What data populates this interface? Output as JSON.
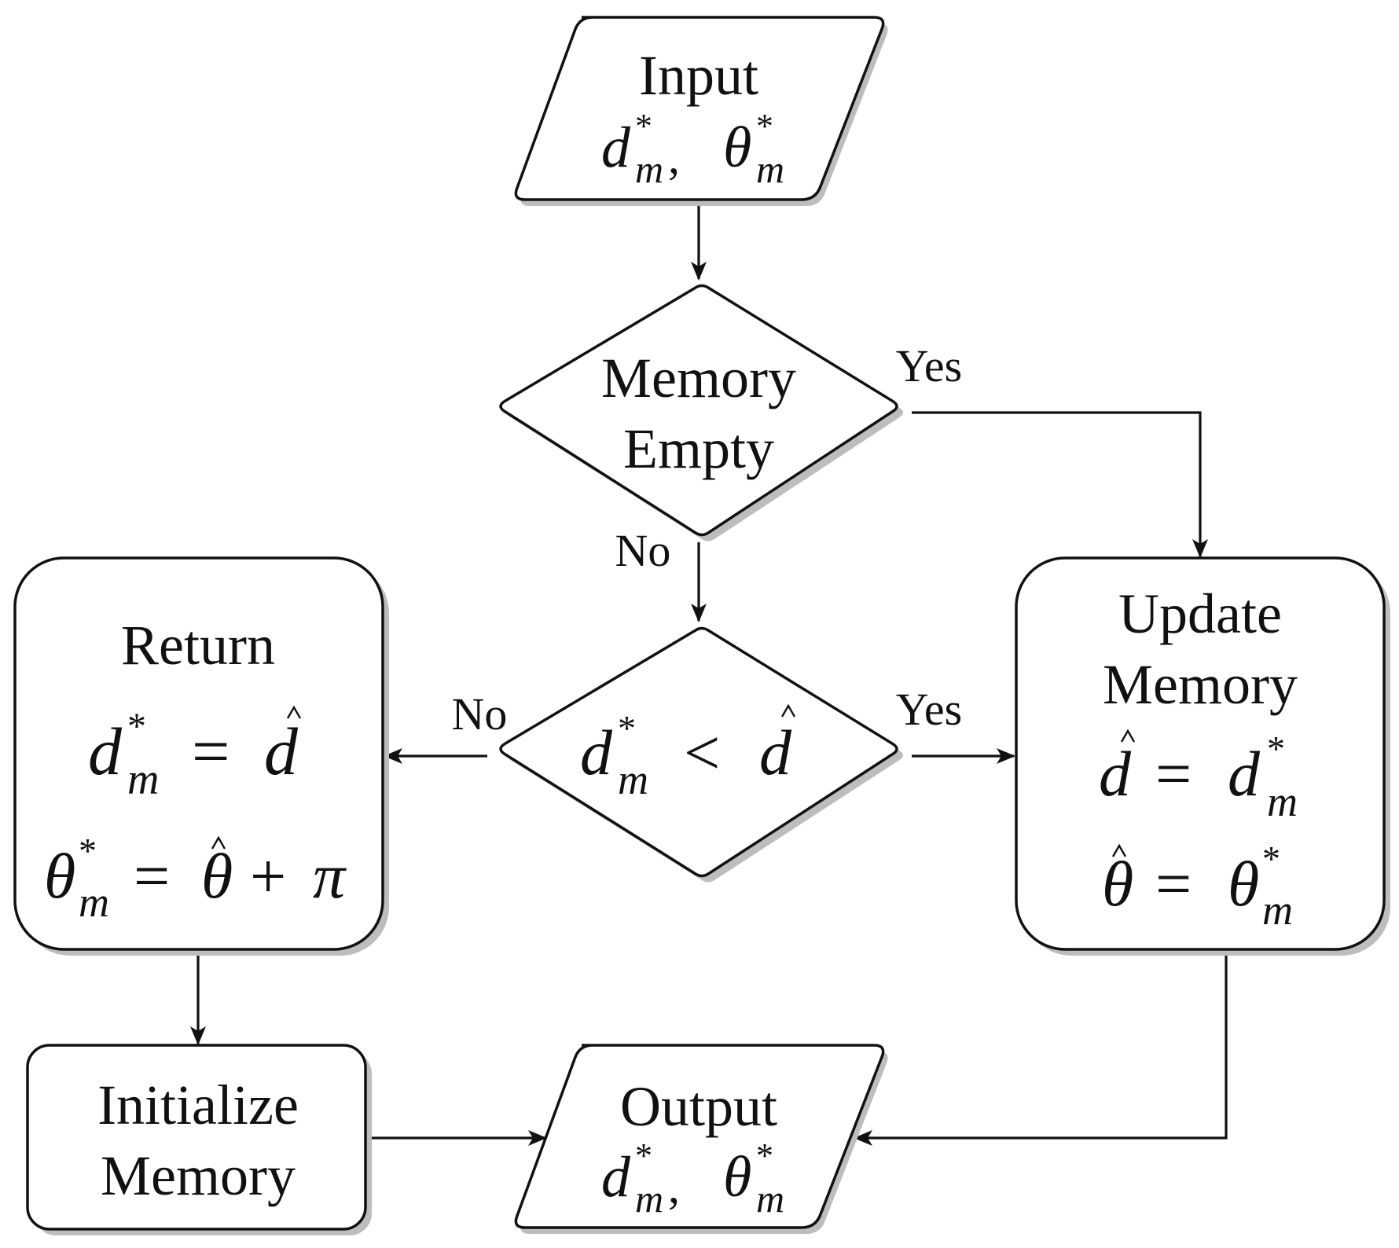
{
  "nodes": {
    "input": {
      "title": "Input",
      "formula": {
        "d": "d",
        "m1": "m",
        "star1": "*",
        "comma": ",",
        "theta": "θ",
        "m2": "m",
        "star2": "*"
      }
    },
    "memory_empty": {
      "line1": "Memory",
      "line2": "Empty"
    },
    "compare": {
      "d": "d",
      "m": "m",
      "star": "*",
      "op": "<",
      "dhat": "d"
    },
    "return_box": {
      "title": "Return",
      "formula1": {
        "d": "d",
        "m": "m",
        "star": "*",
        "eq": "=",
        "dhat": "d"
      },
      "formula2": {
        "theta": "θ",
        "m": "m",
        "star": "*",
        "eq": "=",
        "thetahat": "θ",
        "plus": "+",
        "pi": "π"
      }
    },
    "update_memory": {
      "line1": "Update",
      "line2": "Memory",
      "formula1": {
        "dhat": "d",
        "eq": "=",
        "d": "d",
        "m": "m",
        "star": "*"
      },
      "formula2": {
        "thetahat": "θ",
        "eq": "=",
        "theta": "θ",
        "m": "m",
        "star": "*"
      }
    },
    "initialize_memory": {
      "line1": "Initialize",
      "line2": "Memory"
    },
    "output": {
      "title": "Output",
      "formula": {
        "d": "d",
        "m1": "m",
        "star1": "*",
        "comma": ",",
        "theta": "θ",
        "m2": "m",
        "star2": "*"
      }
    }
  },
  "edge_labels": {
    "empty_yes": "Yes",
    "empty_no": "No",
    "compare_yes": "Yes",
    "compare_no": "No"
  }
}
